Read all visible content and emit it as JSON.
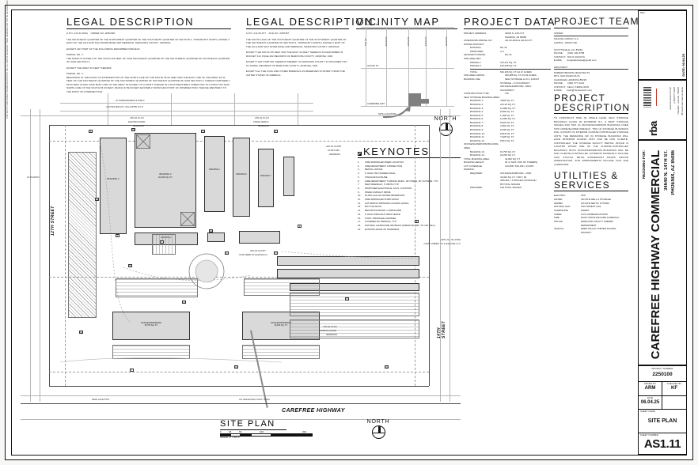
{
  "sheet": {
    "drawing_title": "SITE PLAN",
    "sheet_number": "AS1.11",
    "scale_note": "SCALE: 1\" = 50'-0\"",
    "scale_ticks": [
      "0",
      "25",
      "50",
      "100",
      "200"
    ]
  },
  "legal_1": {
    "title": "LEGAL DESCRIPTION",
    "apn_line": "A.P.N. 211-52-003A    ORDER NO. 2P8203D",
    "p1": "THE SOUTHEAST QUARTER OF THE NORTHWEST QUARTER OF THE SOUTHEAST QUARTER OF SECTION 4, TOWNSHIP 5 NORTH, RANGE 3 EAST OF THE GILA AND SALT RIVER BASE AND MERIDIAN, MARICOPA COUNTY, ARIZONA.",
    "p2": "EXCEPT ANY PART OF THE FOLLOWING DESCRIBED PARCELS:",
    "p3_head": "PARCEL NO. 1:",
    "p3": "THE NORTH 5.00 FEET OF THE SOUTH 65 FEET OF SAID SOUTHEAST QUARTER OF THE SOUTHWEST QUARTER OF SOUTHEAST QUARTER OF SAID SECTION 4",
    "p4": "EXCEPT THE WEST 40 FEET THEREOF.",
    "p5_head": "PARCEL NO. 2:",
    "p5": "BEGINNING AT THE POINT OF INTERSECTION OF THE NORTH LINE OF THE SOUTH 65.00 FEET AND THE EAST LINE OF THE WEST 40.00 FEET OF THE SOUTHEAST QUARTER OF THE SOUTHWEST QUARTER OF SOUTHEAST QUARTER OF SAID SECTION 4; THENCE NORTHERLY 59.00 FEET ALONG SAID EAST LINE OF THE WEST 40.00 FEET TO A POINT; THENCE IN A SOUTHEASTERLY DIRECTION TO A POINT ON SAID NORTH LINE OF THE SOUTH 65.00 FEET, WHICH IS 59.00 FEET EASTERLY FROM SAID POINT OF INTERSECTION; THENCE WESTERLY TO THE POINT OF INTERSECTION."
  },
  "legal_2": {
    "title": "LEGAL DESCRIPTION",
    "apn_line": "A.P.N. 211-52-077    FILE NO. 2087367",
    "p1": "THE SOUTH HALF OF THE SOUTHEAST QUARTER OF THE SOUTHWEST QUARTER OF THE SOUTHEAST QUARTER OF SECTION 4, TOWNSHIP 5 NORTH, RANGE 3 EAST OF THE GILA AND SALT RIVER BASE AND MERIDIAN, MARICOPA COUNTY, ARIZONA.",
    "p2": "EXCEPT THE SOUTH 65 FEET AND THE EAST 40 FEET THEREOF AS DESCRIBED IN DOCKET 314, PAGE 402 RECORDS OF MARICOPA COUNTY, ARIZONA; AND",
    "p3": "EXCEPT THAT PORTION THEREOF DEEDED TO MARICOPA COUNTY IN DOCUMENT NO. 97-132692, RECORDS OF MARICOPA COUNTY, ARIZONA; AND",
    "p4": "EXCEPT ALL THE COAL AND OTHER MINERALS AS RESERVED IN PATENT FROM THE UNITED STATES OF AMERICA."
  },
  "vicinity": {
    "title": "VICINITY MAP",
    "h_streets": [
      "CLOUD RD.",
      "GALVIN ST.",
      "CAREFREE HWY."
    ],
    "v_streets": [
      "7TH ST.",
      "12TH ST.",
      "13TH ST.",
      "14TH ST.",
      "16TH ST."
    ],
    "site_label": "SITE LOCATION",
    "north_label": "NORTH"
  },
  "keynotes": {
    "title": "KEYNOTES",
    "items": [
      {
        "n": "1.",
        "t": "FIRE SPRINKLER RISER LOCATION"
      },
      {
        "n": "2.",
        "t": "FIRE DEPARTMENT CONNECTION"
      },
      {
        "n": "3.",
        "t": "RENTAL OFFICE"
      },
      {
        "n": "4.",
        "t": "6' HIGH CMU SCREEN WALL"
      },
      {
        "n": "5.",
        "t": "TRASH ENCLOSURE"
      },
      {
        "n": "6.",
        "t": "FIRE DEPARTMENT TURNING RADII - 28' INSIDE, 50' OUTSIDE, TYP."
      },
      {
        "n": "7.",
        "t": "NEW SIDEWALK, 5' WIDTH TYP."
      },
      {
        "n": "8.",
        "t": "PROPOSED ELECTRICAL S.E.S. LOCATION"
      },
      {
        "n": "9.",
        "t": "PAVED ASPHALT DRIVE"
      },
      {
        "n": "10.",
        "t": "50,000 GALLON WATER RESERVOIR"
      },
      {
        "n": "11.",
        "t": "FIRE SPRINKLER PUMP ROOM"
      },
      {
        "n": "12.",
        "t": "AUTOMATIC SWINGING ACCESS GATES"
      },
      {
        "n": "13.",
        "t": "BICYCLE RACK"
      },
      {
        "n": "14.",
        "t": "RETENTION BASIN / LANDSCAPE"
      },
      {
        "n": "15.",
        "t": "6' HIGH WROUGHT IRON FENCE"
      },
      {
        "n": "16.",
        "t": "CONC. DRAINAGE CHANNEL"
      },
      {
        "n": "17.",
        "t": "COVERED RV PARKING, TYP."
      },
      {
        "n": "18.",
        "t": "NATURAL LANDSCAPE SETBACK (VARIES-50' MIN. TO 100' MAX.)"
      },
      {
        "n": "19.",
        "t": "EXISTING EDGE OF PAVEMENT"
      }
    ],
    "footnote_apn": "APN 211-52-078H",
    "footnote_owner": "CAVE CREEK RV & EQUINE LLC"
  },
  "project_data": {
    "title": "PROJECT DATA",
    "rows": [
      {
        "k": "PROJECT ADDRESS:",
        "v": "34640 N. 14TH ST.",
        "ind": 0,
        "wide": true
      },
      {
        "k": "",
        "v": "PHOENIX, AZ 85086",
        "ind": 0,
        "wide": true
      },
      {
        "k": "ASSESSORS PARCEL NO.:",
        "v": "211-52-003A & 211-52-077",
        "ind": 0,
        "wide": true
      },
      {
        "k": "ZONING DISTRICT:",
        "v": "",
        "ind": 0,
        "wide": true
      },
      {
        "k": "EXISTING:",
        "v": "RU-43",
        "ind": 1
      },
      {
        "k": "PROPOSED:",
        "v": "C-3",
        "ind": 1
      },
      {
        "k": "ADJACENT ZONING:",
        "v": "RU-43",
        "ind": 0,
        "wide": true
      },
      {
        "k": "SITE AREA NET:",
        "v": "",
        "ind": 0,
        "wide": true
      },
      {
        "k": "PARCEL 1:",
        "v": "376,211 SQ. FT.",
        "ind": 1
      },
      {
        "k": "PARCEL 2:",
        "v": "166,948 SQ. FT.",
        "ind": 1
      },
      {
        "k": "TOTAL:",
        "v": "543,159 SQ. FT./12.47 ACRES",
        "ind": 1,
        "rule": true
      },
      {
        "k": "SITE AREA GROSS:",
        "v": "666,988 SQ. FT./15.29 ACRES",
        "ind": 0,
        "wide": true
      },
      {
        "k": "BUILDING USE:",
        "v": "SELF STORAGE w/ R.V. & BOAT",
        "ind": 0,
        "wide": true
      },
      {
        "k": "",
        "v": "STORAGE - S OCCUPANCY",
        "ind": 1
      },
      {
        "k": "",
        "v": "OFFICE/SHOWROOM - B/M-1",
        "ind": 1
      },
      {
        "k": "",
        "v": "OCCUPANCY",
        "ind": 1
      },
      {
        "k": "CONSTRUCTION TYPE:",
        "v": "II-B",
        "ind": 0,
        "wide": true
      },
      {
        "k": "SELF STORAGE BUILDING AREA:",
        "v": "",
        "ind": 0,
        "wide": true
      },
      {
        "k": "BUILDING 1:",
        "v": "4,866 SQ. FT.",
        "ind": 1
      },
      {
        "k": "BUILDING 2:",
        "v": "22,129 SQ. FT.",
        "ind": 1
      },
      {
        "k": "BUILDING 3:",
        "v": "16,988 SQ. FT.",
        "ind": 1
      },
      {
        "k": "BUILDING 4:",
        "v": "8,999 SQ. FT.",
        "ind": 1
      },
      {
        "k": "BUILDING 5:",
        "v": "1,408 SQ. FT.",
        "ind": 1
      },
      {
        "k": "BUILDING 6:",
        "v": "12,955 SQ. FT.",
        "ind": 1
      },
      {
        "k": "BUILDING 7:",
        "v": "8,526 SQ. FT.",
        "ind": 1
      },
      {
        "k": "BUILDING 8:",
        "v": "4,282 SQ. FT.",
        "ind": 1
      },
      {
        "k": "BUILDING 9:",
        "v": "9,945 SQ. FT.",
        "ind": 1
      },
      {
        "k": "BUILDING 10:",
        "v": "8,918 SQ. FT.",
        "ind": 1
      },
      {
        "k": "BUILDING 11:",
        "v": "7,928 SQ. FT.",
        "ind": 1
      },
      {
        "k": "BUILDING 12:",
        "v": "8,516 SQ. FT.",
        "ind": 1
      },
      {
        "k": "OFFICE/SHOWROOM BUILDING AREA:",
        "v": "",
        "ind": 0,
        "wide": true
      },
      {
        "k": "BUILDING 13:",
        "v": "15,750 SQ. FT.",
        "ind": 1
      },
      {
        "k": "BUILDING 14:",
        "v": "26,250 SQ. FT.",
        "ind": 1
      },
      {
        "k": "TOTAL BUILDING AREA:",
        "v": "42,000 SQ. FT.",
        "ind": 0,
        "wide": true
      },
      {
        "k": "BUILDING HEIGHT:",
        "v": "26'-0\" MAX (TOP OF TOWERS)",
        "ind": 0,
        "wide": true
      },
      {
        "k": "LOT COVERAGE:",
        "v": "132,968 / 543,159 = 24.48%",
        "ind": 0,
        "wide": true
      },
      {
        "k": "PARKING:",
        "v": "",
        "ind": 0,
        "wide": true
      },
      {
        "k": "REQUIRED:",
        "v": "OFFICE/SHOWROOM - 1/500",
        "ind": 1
      },
      {
        "k": "",
        "v": "42,000 SQ. FT. / 500 = 84",
        "ind": 2
      },
      {
        "k": "",
        "v": "SPACES + 5 SPACES (STORAGE)",
        "ind": 2
      },
      {
        "k": "",
        "v": "89 TOTAL SPACES",
        "ind": 2
      },
      {
        "k": "PROVIDED:",
        "v": "128 TOTAL SPACES",
        "ind": 1
      }
    ]
  },
  "project_team": {
    "title": "PROJECT TEAM",
    "groups": [
      {
        "heading": "OWNER",
        "lines": [
          "KRAUSE GROUP LLC",
          "12668 E. JOMAX RD.",
          "",
          "SCOTTSDALE, AZ  85262",
          "PHONE:      (602) 430-5788",
          "CONTACT:  DOUG DAKOTA",
          "E-MAIL:      douglaskrause@gmail.com"
        ]
      },
      {
        "heading": "ARCHITECT",
        "lines": [
          "ROBERT BROWN ARCHITECTS",
          "88 S. SAN MARCOS PL.",
          "CHANDLER, ARIZONA 85225",
          "PHONE:      (480) 577-2222",
          "CONTACT:  KELLY FERGUSON",
          "E-MAIL:      kelly@rbrownarch.com"
        ]
      }
    ]
  },
  "project_description": {
    "title_l1": "PROJECT",
    "title_l2": "DESCRIPTION",
    "text": "TO CONSTRUCT NINE (9) SINGLE LEVEL SELF STORAGE BUILDINGS ALONG W/ EXTERIOR R.V. & BOAT STORAGE SPACES AND TWO (2) OFFICE/SHOWROOM BUILDINGS OVER TWO UNDEVELOPED PARCELS. TWO (2) STORAGE BUILDINGS WILL CONSIST OF INTERIOR CLIMATE-CONTROLLED STORAGE UNITS. THE REMAINING SIX (6) STORAGE BUILDINGS WILL HAVE EXTERIOR ACCESS ONLY AND BE NON CLIMATE-CONTROLLED. THE STORAGE FACILITY RENTAL OFFICE IS LOCATED WITHIN ONE OF THE CLIMATE-CONTROLLED BUILDINGS. BOTH OFFICE/SHOWROOM BUILDINGS WILL BE NON CLIMATE-CONTROLLED. EXTERIOR MATERIALS INCLUDE CMU, STUCCO, METAL STOREFRONT DOORS, AND/OR FENESTRATION. SITE IMPROVEMENTS INCLUDE CIVIL AND LANDSCAPE."
  },
  "utilities": {
    "title_l1": "UTILITIES &",
    "title_l2": "SERVICES",
    "rows": [
      {
        "k": "ELECTRIC:",
        "v": "APS"
      },
      {
        "k": "WATER:",
        "v": "ON-SITE WELL & STORAGE"
      },
      {
        "k": "SEWER:",
        "v": "ON-SITE SEPTIC SYSTEM"
      },
      {
        "k": "NATURAL GAS:",
        "v": "SOUTHWEST GAS"
      },
      {
        "k": "TELEPHONE:",
        "v": "QWEST"
      },
      {
        "k": "CABLE:",
        "v": "COX COMMUNICATIONS"
      },
      {
        "k": "FIRE:",
        "v": "DAISY MOUNTAIN FIRE & MEDICAL"
      },
      {
        "k": "POLICE:",
        "v": "MARICOPA COUNTY SHERIFF"
      },
      {
        "k": "",
        "v": "DEPARTMENT"
      },
      {
        "k": "SCHOOL:",
        "v": "DEER VALLEY UNIFIED SCHOOL"
      },
      {
        "k": "",
        "v": "DISTRICT"
      }
    ]
  },
  "title_block": {
    "rev_label": "REV.",
    "date_label": "DATE:",
    "date_value": "06.04.25",
    "logo_main": "rba",
    "logo_sub1": "architects . planners",
    "logo_addr": "88 south san marcos place",
    "logo_city": "chandler . arizona . 85225",
    "logo_phone": "p.480.577.2222",
    "logo_web": "www.rbrownarch.com",
    "rezoning_for": "REZONING FOR:",
    "project_name": "CAREFREE HIGHWAY COMMERCIAL",
    "project_addr1": "34640 N. 14TH ST.",
    "project_addr2": "PHOENIX, AZ 85086",
    "proj_num_label": "PROJECT NUMBER",
    "proj_num_value": "2250100",
    "drawn_label": "DRAWN BY",
    "drawn_value": "ARM",
    "checked_label": "CHECKED BY",
    "checked_value": "KF",
    "date2_label": "DATE",
    "date2_value": "06.04.25",
    "sheet_title_label": "SHEET NAME",
    "sheet_title_value": "SITE PLAN",
    "sheet_num_label": "SHEET NUMBER",
    "sheet_num_value": "AS1.11"
  },
  "plan": {
    "street_left": "12TH  STREET",
    "street_right": "14TH  STREET",
    "street_bottom": "CAREFREE HIGHWAY",
    "north_label": "NORTH",
    "buildings": [
      {
        "id": "BUILDING 2",
        "area": "22,129 SQ. FT."
      },
      {
        "id": "BUILDING 1",
        "area": "4,866 SQ. FT."
      },
      {
        "id": "BUILDING 3",
        "area": "16,988 SQ. FT."
      },
      {
        "id": "BUILDING 4",
        "area": "8,999 SQ. FT."
      },
      {
        "id": "BUILDING 5",
        "area": "1,408 SQ. FT."
      },
      {
        "id": "BUILDING 6",
        "area": "12,955 SQ. FT."
      },
      {
        "id": "BUILDING 7",
        "area": "8,526 SQ. FT."
      },
      {
        "id": "BUILDING 8",
        "area": "4,282 SQ. FT."
      },
      {
        "id": "BUILDING 9",
        "area": "9,945 SQ. FT."
      },
      {
        "id": "OFFICE/SHOWROOM",
        "area": "15,750 SQ. FT."
      },
      {
        "id": "OFFICE/SHOWROOM",
        "area": "26,250 SQ. FT."
      }
    ],
    "notes": [
      {
        "t": "20' INGRESS/EGRESS & PUBLIC"
      },
      {
        "t": "UTILITIES PER DOC. 2011-1057581 M.C.R."
      },
      {
        "t": "APN 211-52-143"
      },
      {
        "t": "MARTINEZ FATIMA"
      },
      {
        "t": "RESIDENCE"
      },
      {
        "t": "APN 211-52-144"
      },
      {
        "t": "STEIGR JESSICA"
      },
      {
        "t": "RESIDENCE"
      },
      {
        "t": "APN 211-52-078H"
      },
      {
        "t": "CAVE CREEK RV & EQUINE LLC"
      },
      {
        "t": "100' DESIGNATED COUNTY ROAD"
      },
      {
        "t": "PERM. EXCEPTION"
      },
      {
        "t": "APN 211-52-076"
      },
      {
        "t": "SABBAHA QASSIM"
      },
      {
        "t": "RESIDENCE"
      },
      {
        "t": "APN 211-52-078F"
      },
      {
        "t": "WYRICK REV"
      },
      {
        "t": "RESIDENCE"
      },
      {
        "t": "40' ROADWAY"
      }
    ]
  }
}
